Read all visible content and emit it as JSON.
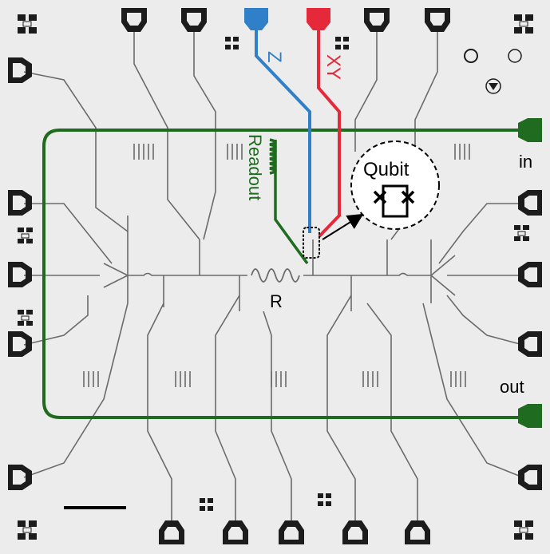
{
  "labels": {
    "z": "Z",
    "xy": "XY",
    "readout": "Readout",
    "qubit": "Qubit",
    "resonator": "R",
    "in_port": "in",
    "out_port": "out"
  },
  "colors": {
    "chip_background": "#ececec",
    "trace": "#6b6b6b",
    "pad": "#1c1c1c",
    "z_line": "#2f7fc9",
    "xy_line": "#e5293a",
    "readout_line": "#1f6b1f",
    "feedline": "#1f6b1f",
    "annotation": "#000000"
  },
  "icons": [
    "josephson-junction-icon",
    "arrow-icon",
    "scale-bar-icon",
    "alignment-mark-icon"
  ]
}
